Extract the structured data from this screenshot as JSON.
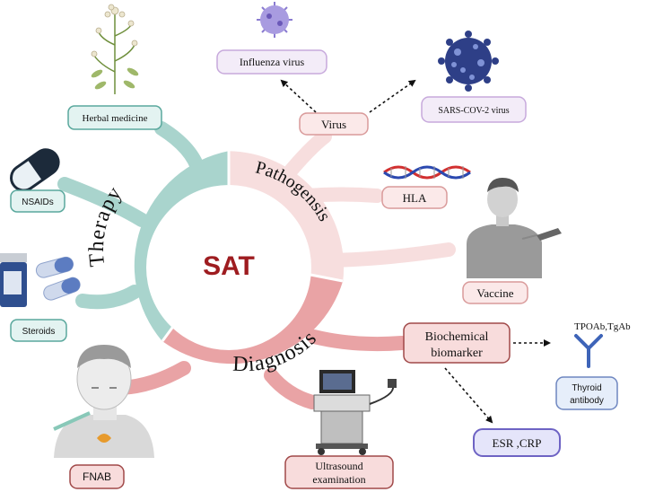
{
  "center": {
    "title": "SAT"
  },
  "sectors": {
    "therapy": "Therapy",
    "pathogenesis": "Pathogensis",
    "diagnosis": "Diagnosis"
  },
  "therapy_items": {
    "herbal": "Herbal medicine",
    "nsaids": "NSAIDs",
    "steroids": "Steroids"
  },
  "pathogenesis_items": {
    "virus": "Virus",
    "influenza": "Influenza virus",
    "sars": "SARS-COV-2 virus",
    "hla": "HLA",
    "vaccine": "Vaccine"
  },
  "diagnosis_items": {
    "fnab": "FNAB",
    "ultrasound_line1": "Ultrasound",
    "ultrasound_line2": "examination",
    "biomarker_line1": "Biochemical",
    "biomarker_line2": "biomarker",
    "tpoab": "TPOAb,TgAb",
    "thyroid_line1": "Thyroid",
    "thyroid_line2": "antibody",
    "esr_crp": "ESR ,CRP"
  },
  "colors": {
    "therapy": "#a9d4cd",
    "therapy_box": "#e3f3f1",
    "therapy_border": "#5aa89d",
    "pathogenesis": "#f7dede",
    "pathogenesis_box": "#fbe9e9",
    "pathogenesis_border": "#d99a9a",
    "diagnosis": "#e9a3a5",
    "diagnosis_box": "#f8dcdc",
    "diagnosis_border": "#a04848",
    "virus_box": "#f3ecf8",
    "virus_border": "#c7a9dc",
    "esr_box": "#e5e5fa",
    "esr_border": "#6e63c4",
    "thyroid_box": "#e6eefa",
    "thyroid_border": "#6e86c0",
    "sat_text": "#9e1c20"
  },
  "icons": [
    "herb-plant-icon",
    "capsule-icon",
    "pill-bottle-icon",
    "influenza-virus-icon",
    "sars-cov-2-virus-icon",
    "dna-helix-icon",
    "vaccinated-person-icon",
    "patient-neck-icon",
    "ultrasound-machine-icon",
    "antibody-icon"
  ]
}
